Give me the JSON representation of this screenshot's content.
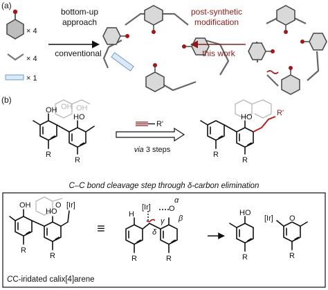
{
  "panel_a": {
    "label": "(a)",
    "legend": {
      "ring_count": "× 4",
      "linker_count": "× 4",
      "block_count": "× 1"
    },
    "left_arrow": {
      "top": "bottom-up",
      "middle": "approach",
      "bottom": "conventional"
    },
    "right_arrow": {
      "top": "post-synthetic",
      "middle": "modification",
      "bottom": "this work"
    }
  },
  "panel_b": {
    "label": "(b)",
    "reagent": "R'",
    "steps_prefix": "via",
    "steps_suffix": "3 steps",
    "left_mol": {
      "oh_ghost_1": "OH",
      "oh_ghost_2": "OH",
      "oh_main_1": "OH",
      "oh_main_2": "HO",
      "r_1": "R",
      "r_2": "R"
    },
    "right_mol": {
      "r_prime": "R'",
      "oh_main": "HO",
      "r_1": "R",
      "r_2": "R"
    },
    "subtitle": "C–C bond cleavage step through δ-carbon elimination",
    "box": {
      "left_mol": {
        "o_label": "O",
        "ir_label": "[Ir]",
        "ho_label": "HO",
        "oh_label": "OH",
        "r_1": "R",
        "r_2": "R",
        "caption": "C-iridated calix[4]arene"
      },
      "equiv": "≡",
      "mid_mol": {
        "ir_label": "[Ir]",
        "o_label": "O",
        "h_label": "H",
        "alpha": "α",
        "beta": "β",
        "gamma": "γ",
        "delta": "δ",
        "r_1": "R",
        "r_2": "R"
      },
      "right_mol": {
        "ho_label": "HO",
        "ir_label": "[Ir]",
        "o_label": "O",
        "r_1": "R",
        "r_2": "R"
      }
    }
  }
}
